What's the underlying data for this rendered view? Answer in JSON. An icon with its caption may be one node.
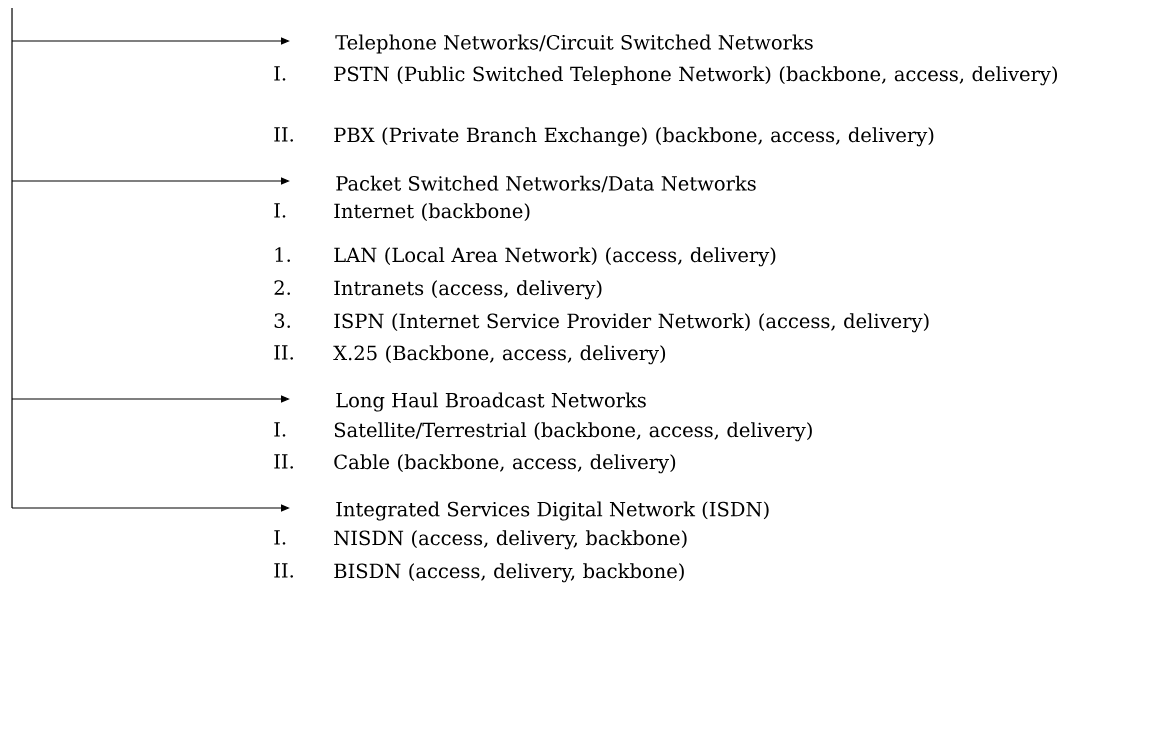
{
  "diagram": {
    "nodes": [
      {
        "text": [
          "Telephone Networks/Circuit Switched Networks"
        ]
      },
      {
        "text": [
          "Packet Switched Networks/Data Networks"
        ]
      },
      {
        "text": [
          "Long Haul Broadcast Networks"
        ]
      },
      {
        "text": [
          "Integrated Services Digital Network (ISDN)"
        ]
      }
    ],
    "edges": [
      {
        "from": null,
        "to": 0,
        "arrow": "to"
      },
      {
        "from": null,
        "to": 1,
        "arrow": "to"
      },
      {
        "from": null,
        "to": 2,
        "arrow": "to"
      },
      {
        "from": null,
        "to": 3,
        "arrow": "to"
      }
    ],
    "labels": [
      "I.",
      "PSTN (Public Switched Telephone Network) (backbone, access, delivery)",
      "II.",
      "PBX (Private Branch Exchange) (backbone, access, delivery)",
      "I.",
      "Internet (backbone)",
      "1.",
      "LAN (Local Area Network) (access, delivery)",
      "2.",
      "Intranets (access, delivery)",
      "3.",
      "ISPN (Internet Service Provider Network) (access, delivery)",
      "II.",
      "X.25 (Backbone, access, delivery)",
      "I.",
      "Satellite/Terrestrial (backbone, access, delivery)",
      "II.",
      "Cable (backbone, access, delivery)",
      "I.",
      "NISDN (access, delivery, backbone)",
      "II.",
      "BISDN (access, delivery, backbone)"
    ]
  }
}
